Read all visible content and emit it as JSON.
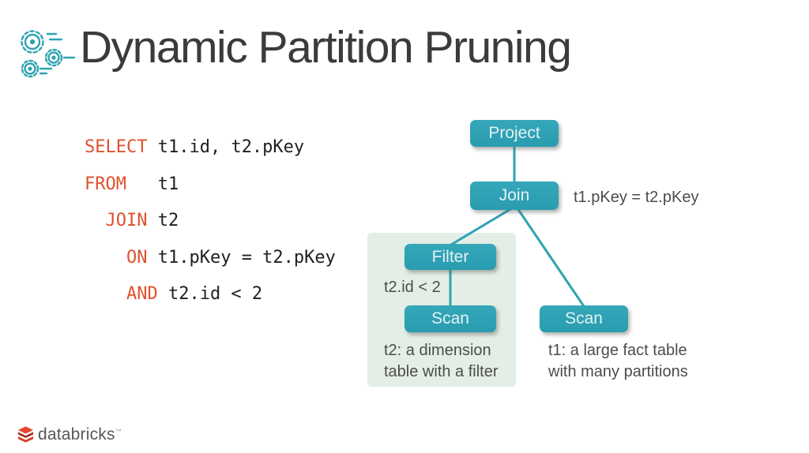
{
  "header": {
    "title": "Dynamic Partition Pruning",
    "icon": "gears-icon"
  },
  "sql": {
    "lines": [
      {
        "keyword": "SELECT",
        "code": " t1.id, t2.pKey"
      },
      {
        "keyword": "FROM",
        "code": "   t1"
      },
      {
        "keyword": "  JOIN",
        "code": " t2"
      },
      {
        "keyword": "    ON",
        "code": " t1.pKey = t2.pKey"
      },
      {
        "keyword": "    AND",
        "code": " t2.id < 2"
      }
    ]
  },
  "plan": {
    "nodes": {
      "project": "Project",
      "join": "Join",
      "filter": "Filter",
      "scan_left": "Scan",
      "scan_right": "Scan"
    },
    "join_condition": "t1.pKey = t2.pKey",
    "filter_condition": "t2.id < 2",
    "left_caption": "t2: a dimension\ntable with a filter",
    "right_caption": "t1: a large fact table\nwith many partitions"
  },
  "footer": {
    "logo_text": "databricks",
    "logo_tm": "™",
    "logo_icon": "databricks-layers-icon"
  },
  "colors": {
    "node_teal": "#2DA2B4",
    "edge_teal": "#2DA2B4",
    "keyword_orange": "#DF512E",
    "code_text": "#1F1F1F",
    "panel_green": "#E3EFE6",
    "title_gray": "#3B3B3B",
    "caption_gray": "#4C4C4C",
    "logo_red": "#E5472D",
    "logo_text_gray": "#57585A"
  }
}
